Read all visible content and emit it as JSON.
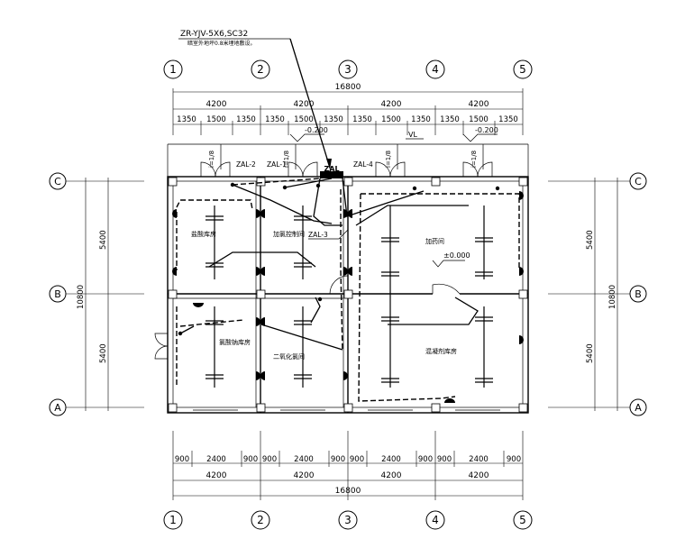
{
  "cable": {
    "spec": "ZR-YJV-5X6,SC32",
    "note": "暗室外地坪0.8米埋地敷设。"
  },
  "axes_x": [
    "1",
    "2",
    "3",
    "4",
    "5"
  ],
  "axes_y": [
    "C",
    "B",
    "A"
  ],
  "dims_top": {
    "total": "16800",
    "bays": [
      "4200",
      "4200",
      "4200",
      "4200"
    ],
    "sub": [
      "1350",
      "1500",
      "1350",
      "1350",
      "1500",
      "1350",
      "1350",
      "1500",
      "1350",
      "1350",
      "1500",
      "1350"
    ]
  },
  "dims_bottom": {
    "total": "16800",
    "bays": [
      "4200",
      "4200",
      "4200",
      "4200"
    ],
    "sub": [
      "900",
      "2400",
      "900",
      "900",
      "2400",
      "900",
      "900",
      "2400",
      "900",
      "900",
      "2400",
      "900"
    ]
  },
  "dims_side": {
    "total": "10800",
    "bays": [
      "5400",
      "5400"
    ]
  },
  "levels": {
    "outdoor_1": "-0.200",
    "outdoor_2": "-0.200",
    "indoor": "±0.000"
  },
  "slopes": [
    "i=1/8",
    "i=1/8",
    "i=1/8",
    "i=1/8"
  ],
  "panel": {
    "label": "ZAL",
    "circuits": [
      "ZAL-2",
      "ZAL-1",
      "ZAL-4",
      "ZAL-3"
    ]
  },
  "rooms": {
    "r1": "盐酸库房",
    "r2": "加氯控制间",
    "r3": "氯酸钠库房",
    "r4": "二氧化氯间",
    "r5": "加药间",
    "r6": "混凝剂库房"
  },
  "tags": {
    "vl": "VL"
  }
}
